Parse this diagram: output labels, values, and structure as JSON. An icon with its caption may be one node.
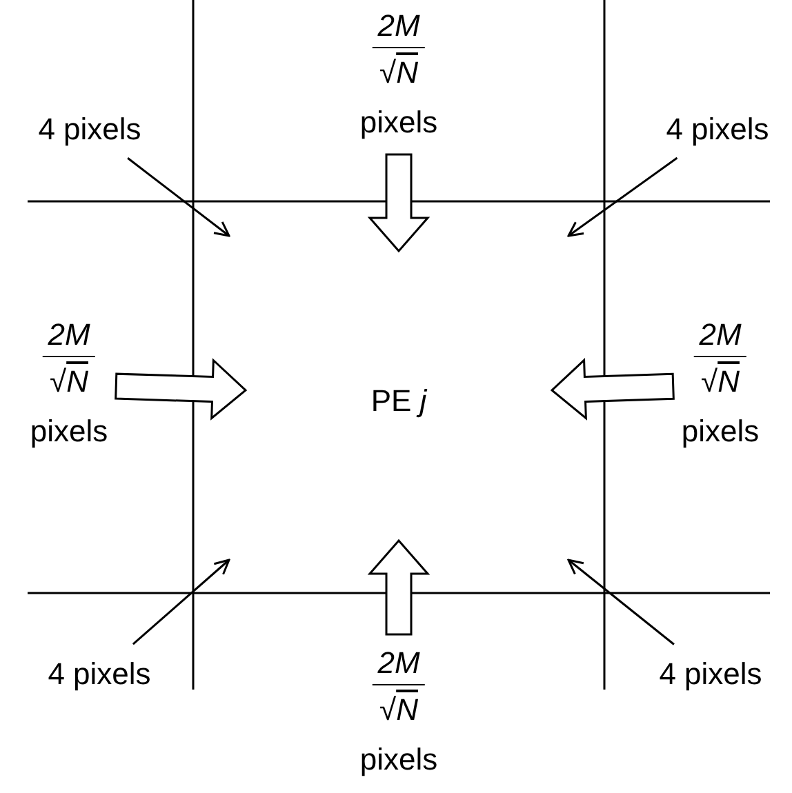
{
  "diagram": {
    "nodes": [
      {
        "text": [
          "2M",
          "√*N*",
          "pixels"
        ]
      },
      {
        "text": [
          "4 pixels"
        ]
      },
      {
        "text": [
          "4 pixels"
        ]
      },
      {
        "text": [
          "2M",
          "√*N*",
          "pixels"
        ]
      },
      {
        "text": [
          "PE *j*"
        ]
      },
      {
        "text": [
          "2M",
          "√*N*",
          "pixels"
        ]
      },
      {
        "text": [
          "4 pixels"
        ]
      },
      {
        "text": [
          "2M",
          "√*N*",
          "pixels"
        ]
      },
      {
        "text": [
          "4 pixels"
        ]
      }
    ],
    "edges": [
      {
        "from": 0,
        "to": null,
        "arrow": "to",
        "style": "thick"
      },
      {
        "from": 1,
        "to": null,
        "arrow": "to"
      },
      {
        "from": 2,
        "to": null,
        "arrow": "to"
      },
      {
        "from": 3,
        "to": null,
        "arrow": "to",
        "style": "thick"
      },
      {
        "from": 5,
        "to": null,
        "arrow": "to",
        "style": "thick"
      },
      {
        "from": 6,
        "to": null,
        "arrow": "to"
      },
      {
        "from": 7,
        "to": null,
        "arrow": "to",
        "style": "thick"
      },
      {
        "from": 8,
        "to": null,
        "arrow": "to"
      }
    ]
  }
}
